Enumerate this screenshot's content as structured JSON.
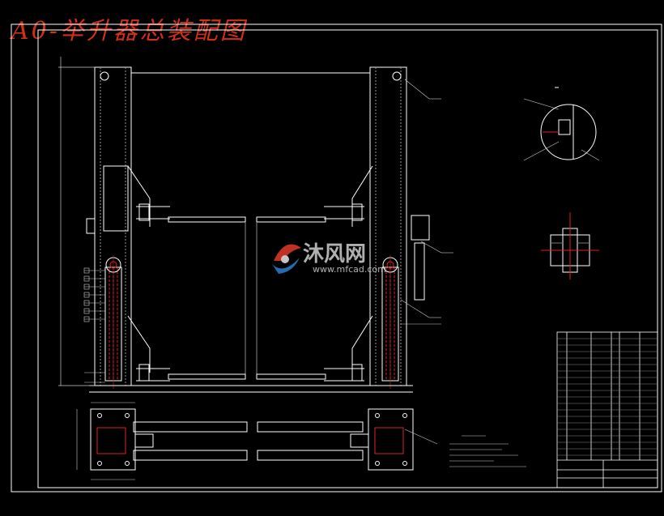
{
  "title": "A0-举升器总装配图",
  "watermark": {
    "name": "沐风网",
    "url": "www.mfcad.com"
  },
  "colors": {
    "background": "#000000",
    "line": "#ffffff",
    "title": "#d03018",
    "hidden": "#e02020",
    "dim": "#cccccc"
  }
}
